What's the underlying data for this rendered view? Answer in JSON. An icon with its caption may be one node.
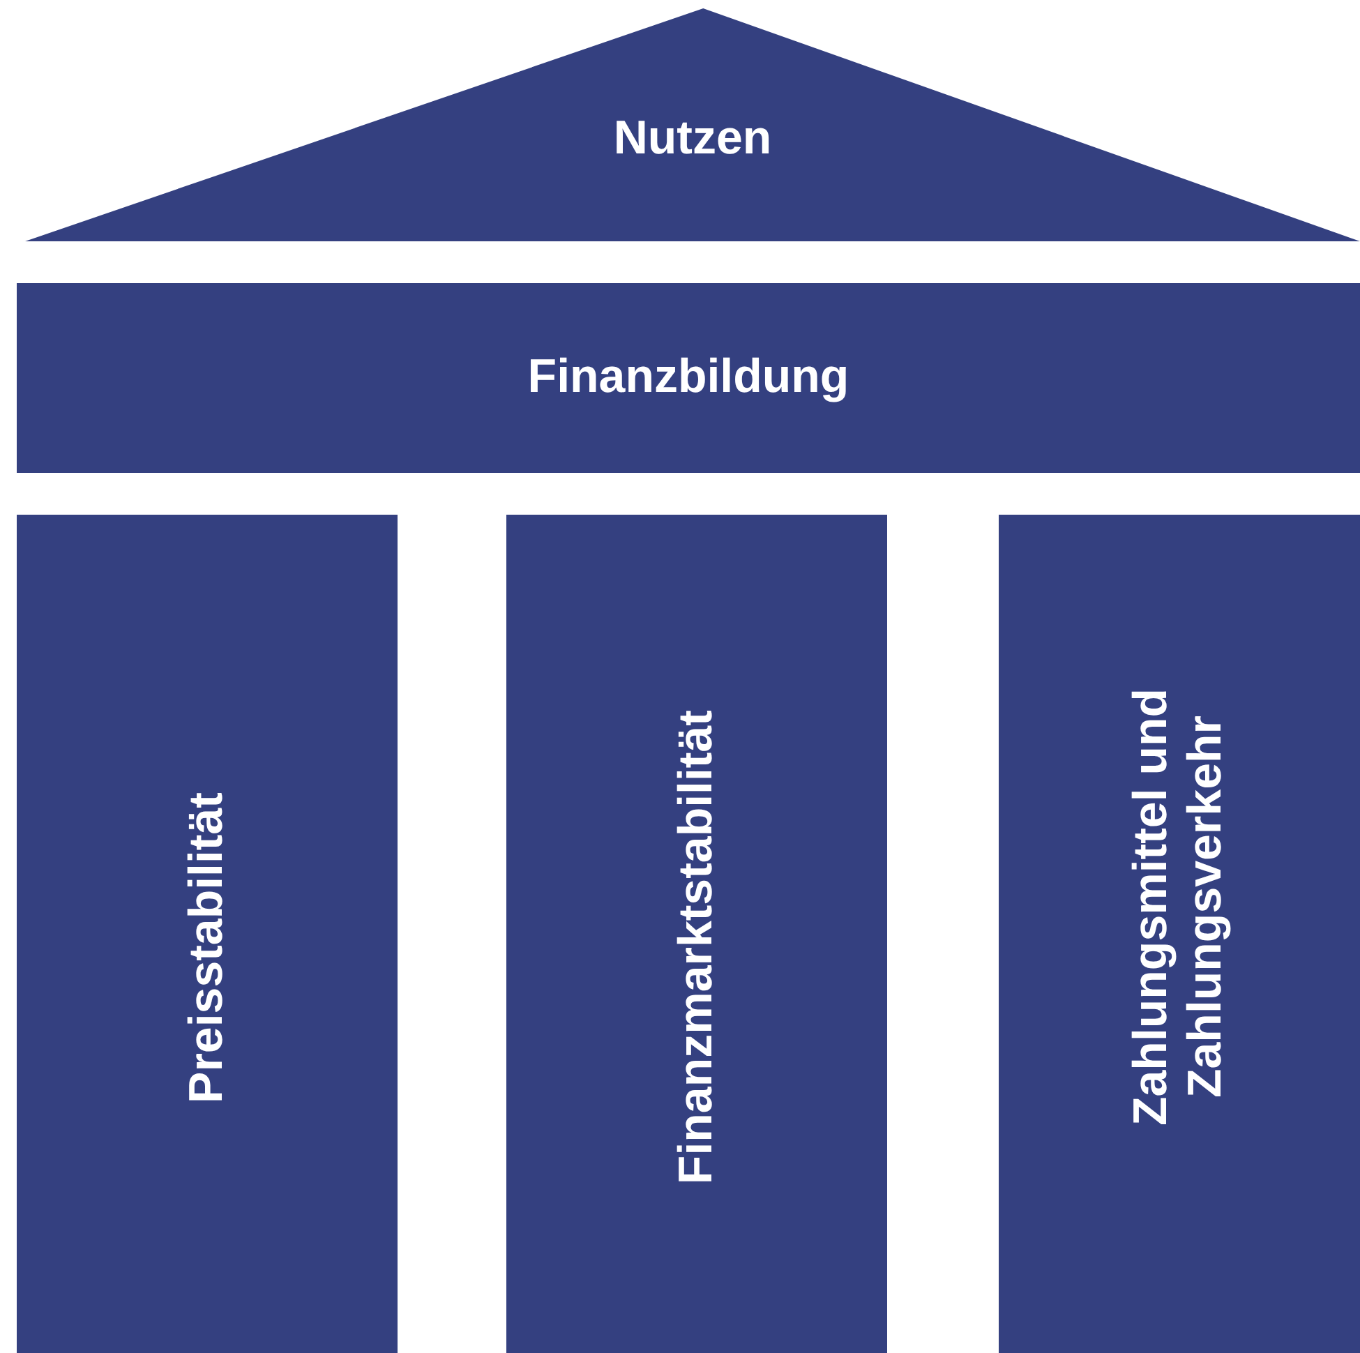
{
  "diagram": {
    "nodes": [
      {
        "text": [
          "Nutzen"
        ]
      },
      {
        "text": [
          "Finanzbildung"
        ]
      },
      {
        "text": [
          "Preisstabilität"
        ]
      },
      {
        "text": [
          "Finanzmarktstabilität"
        ]
      },
      {
        "text": [
          "Zahlungsmittel und Zahlungsverkehr"
        ]
      }
    ],
    "edges": []
  }
}
